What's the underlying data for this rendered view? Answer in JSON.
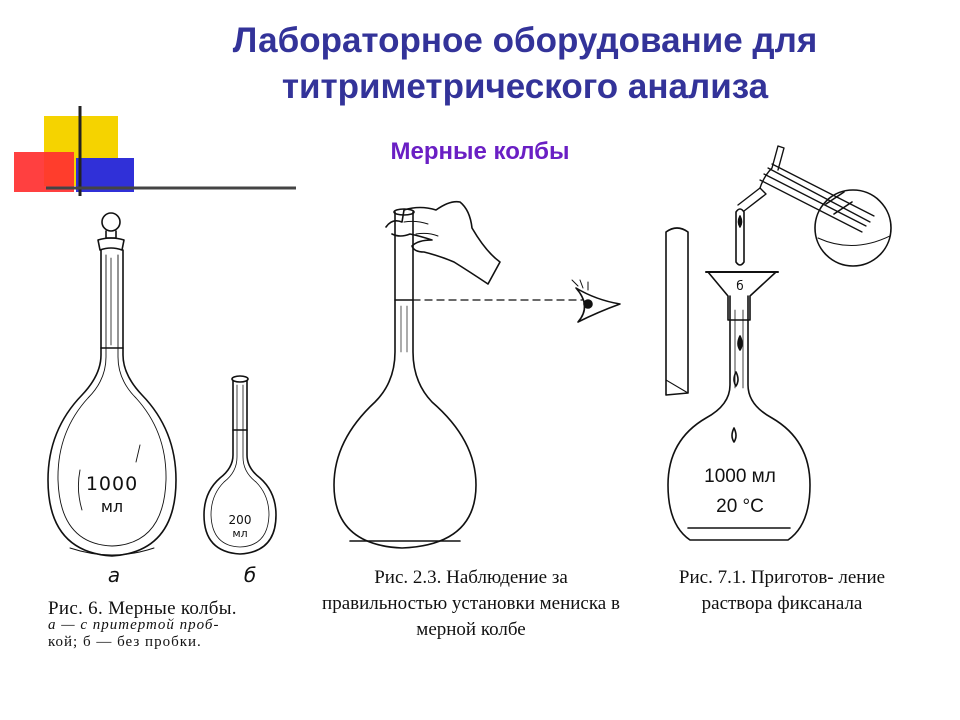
{
  "slide": {
    "title_line1": "Лабораторное оборудование для",
    "title_line2": "титриметрического анализа",
    "subtitle": "Мерные колбы"
  },
  "colors": {
    "title": "#333399",
    "subtitle": "#6a1fc4",
    "deco_yellow": "#f5d300",
    "deco_red": "#ff2a2a",
    "deco_blue": "#2a2ad6"
  },
  "figure1": {
    "flask_large_volume": "1000",
    "flask_large_unit": "мл",
    "flask_small_volume": "200",
    "flask_small_unit": "мл",
    "label_a": "а",
    "label_b": "б",
    "caption_line1": "Рис. 6. Мерные колбы.",
    "caption_line2": "а — с   притертой   проб-",
    "caption_line3": "кой;  б — без  пробки."
  },
  "figure2": {
    "caption": "Рис. 2.3. Наблюдение за правильностью установки мениска в мерной колбе"
  },
  "figure3": {
    "flask_volume": "1000 мл",
    "flask_temp": "20 °C",
    "funnel_mark": "б",
    "caption": "Рис. 7.1. Приготов- ление раствора фиксанала"
  }
}
